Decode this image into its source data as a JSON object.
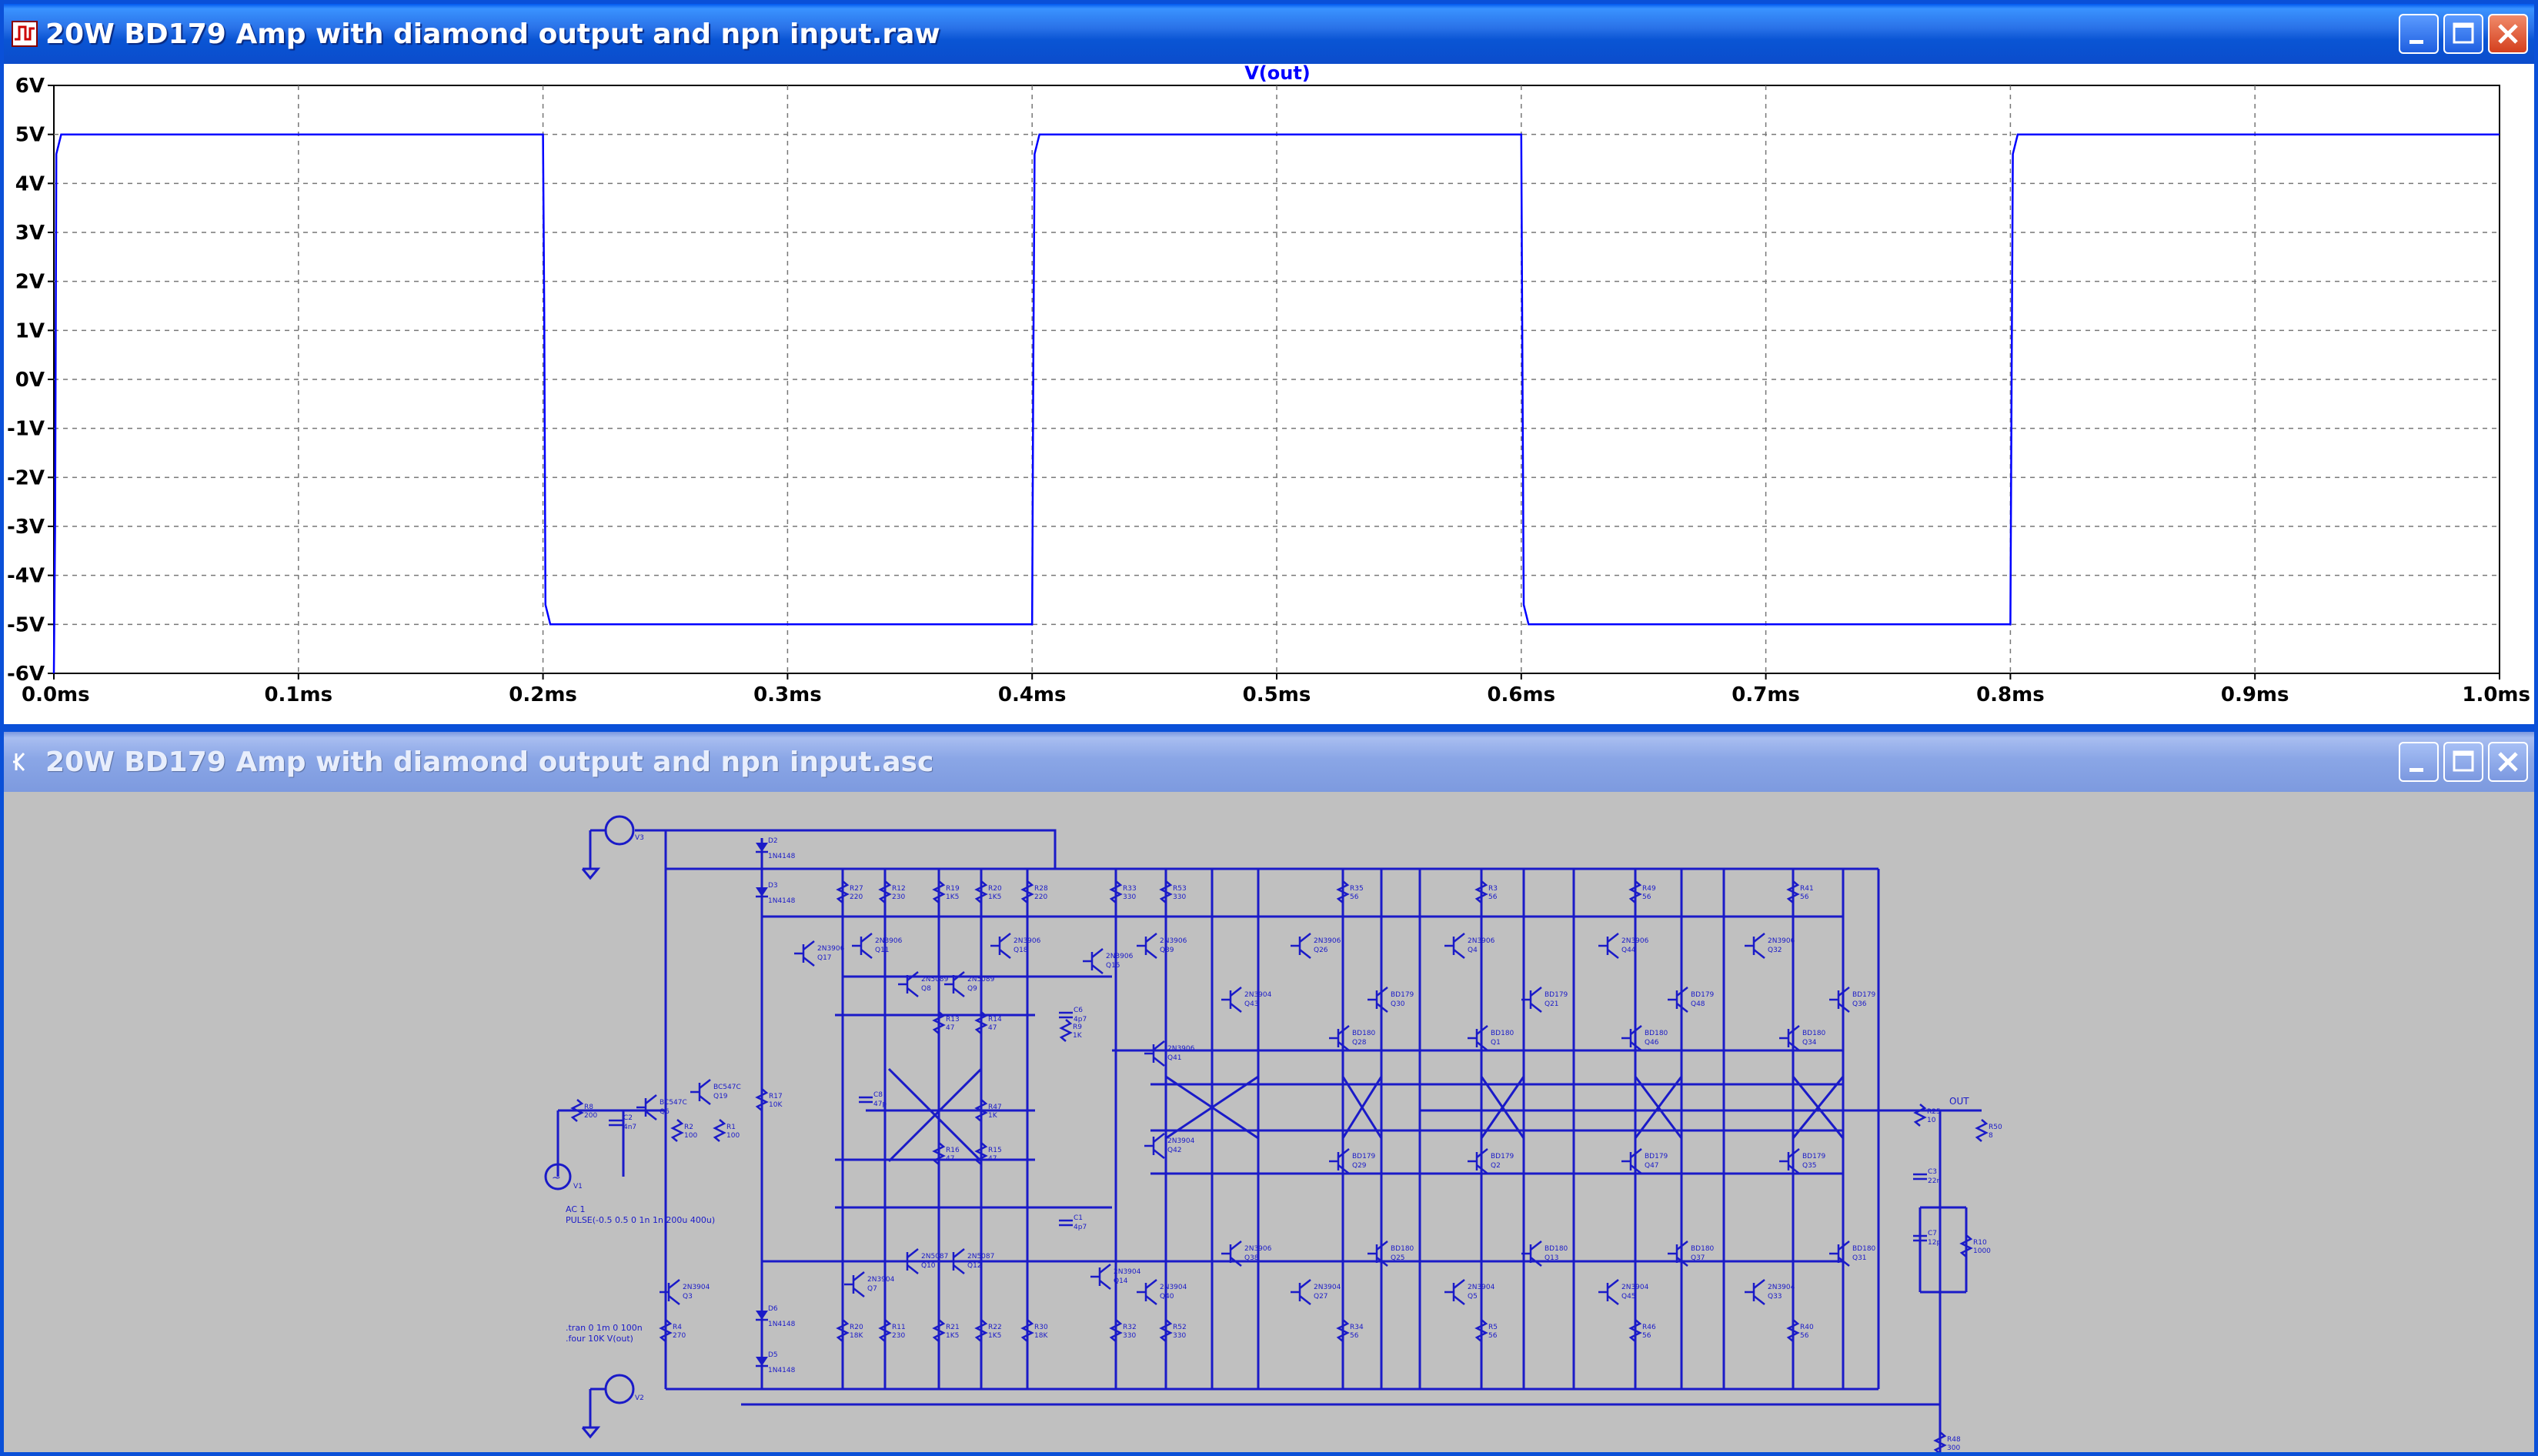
{
  "waveform_window": {
    "title": "20W BD179 Amp with diamond output and npn input.raw",
    "trace_label": "V(out)",
    "y_ticks": [
      "6V",
      "5V",
      "4V",
      "3V",
      "2V",
      "1V",
      "0V",
      "-1V",
      "-2V",
      "-3V",
      "-4V",
      "-5V",
      "-6V"
    ],
    "x_ticks": [
      "0.0ms",
      "0.1ms",
      "0.2ms",
      "0.3ms",
      "0.4ms",
      "0.5ms",
      "0.6ms",
      "0.7ms",
      "0.8ms",
      "0.9ms",
      "1.0ms"
    ]
  },
  "chart_data": {
    "type": "line",
    "title": "V(out)",
    "xlabel": "",
    "ylabel": "",
    "xlim": [
      0,
      1.0
    ],
    "ylim": [
      -6,
      6
    ],
    "grid": true,
    "series": [
      {
        "name": "V(out)",
        "color": "#0000ff",
        "x": [
          0.0,
          0.0005,
          0.001,
          0.003,
          0.2,
          0.2005,
          0.201,
          0.203,
          0.4,
          0.4005,
          0.401,
          0.403,
          0.6,
          0.6005,
          0.601,
          0.603,
          0.8,
          0.8005,
          0.801,
          0.803,
          1.0
        ],
        "y": [
          -6,
          -3,
          4.6,
          5,
          5,
          1.4,
          -4.6,
          -5,
          -5,
          0.5,
          4.6,
          5,
          5,
          0,
          -4.6,
          -5,
          -5,
          0,
          4.6,
          5,
          5
        ]
      }
    ]
  },
  "schematic_window": {
    "title": "20W BD179 Amp with diamond output and npn input.asc",
    "source_label": "AC 1",
    "pulse_label": "PULSE(-0.5 0.5 0 1n 1n 200u 400u)",
    "tran_label": ".tran 0 1m 0 100n",
    "four_label": ".four 10K V(out)",
    "out_label": "OUT",
    "resistors": [
      "R27 220",
      "R12 230",
      "R19 1K5",
      "R20 1K5",
      "R28 220",
      "R33 330",
      "R53 330",
      "R35 56",
      "R3 56",
      "R49 56",
      "R41 56",
      "R13 47",
      "R14 47",
      "R47 1K",
      "R16 47",
      "R15 47",
      "R20 18K",
      "R11 230",
      "R21 1K5",
      "R22 1K5",
      "R30 18K",
      "R32 330",
      "R52 330",
      "R34 56",
      "R5 56",
      "R46 56",
      "R40 56",
      "R8 200",
      "R2 100",
      "R1 100",
      "R17 10K",
      "R4 270",
      "R50 8",
      "R10 1000",
      "R48 300",
      "R25 10",
      "R9 1K"
    ],
    "transistors": [
      "Q17 2N3906",
      "Q11 2N3906",
      "Q18 2N3906",
      "Q15 2N3906",
      "Q39 2N3906",
      "Q26 2N3906",
      "Q4 2N3906",
      "Q44 2N3906",
      "Q32 2N3906",
      "Q8 2N5089",
      "Q9 2N5089",
      "Q6 BC547C",
      "Q19 BC547C",
      "Q3 2N3904",
      "Q7 2N3904",
      "Q10 2N5087",
      "Q12 2N5087",
      "Q14 2N3904",
      "Q40 2N3904",
      "Q27 2N3904",
      "Q5 2N3904",
      "Q45 2N3904",
      "Q33 2N3904",
      "Q43 2N3904",
      "Q41 2N3906",
      "Q42 2N3904",
      "Q30 BD179",
      "Q21 BD179",
      "Q48 BD179",
      "Q36 BD179",
      "Q28 BD180",
      "Q1 BD180",
      "Q46 BD180",
      "Q34 BD180",
      "Q29 BD179",
      "Q2 BD179",
      "Q47 BD179",
      "Q35 BD179",
      "Q38 2N3906",
      "Q25 BD180",
      "Q13 BD180",
      "Q37 BD180",
      "Q31 BD180"
    ],
    "diodes": [
      "D2 1N4148",
      "D3 1N4148",
      "D6 1N4148",
      "D5 1N4148"
    ],
    "capacitors": [
      "C2 4n7",
      "C8 47p",
      "C6 4p7",
      "C1 4p7",
      "C3 22n",
      "C7 12p"
    ],
    "sources": [
      "V3",
      "V1",
      "V2"
    ]
  }
}
